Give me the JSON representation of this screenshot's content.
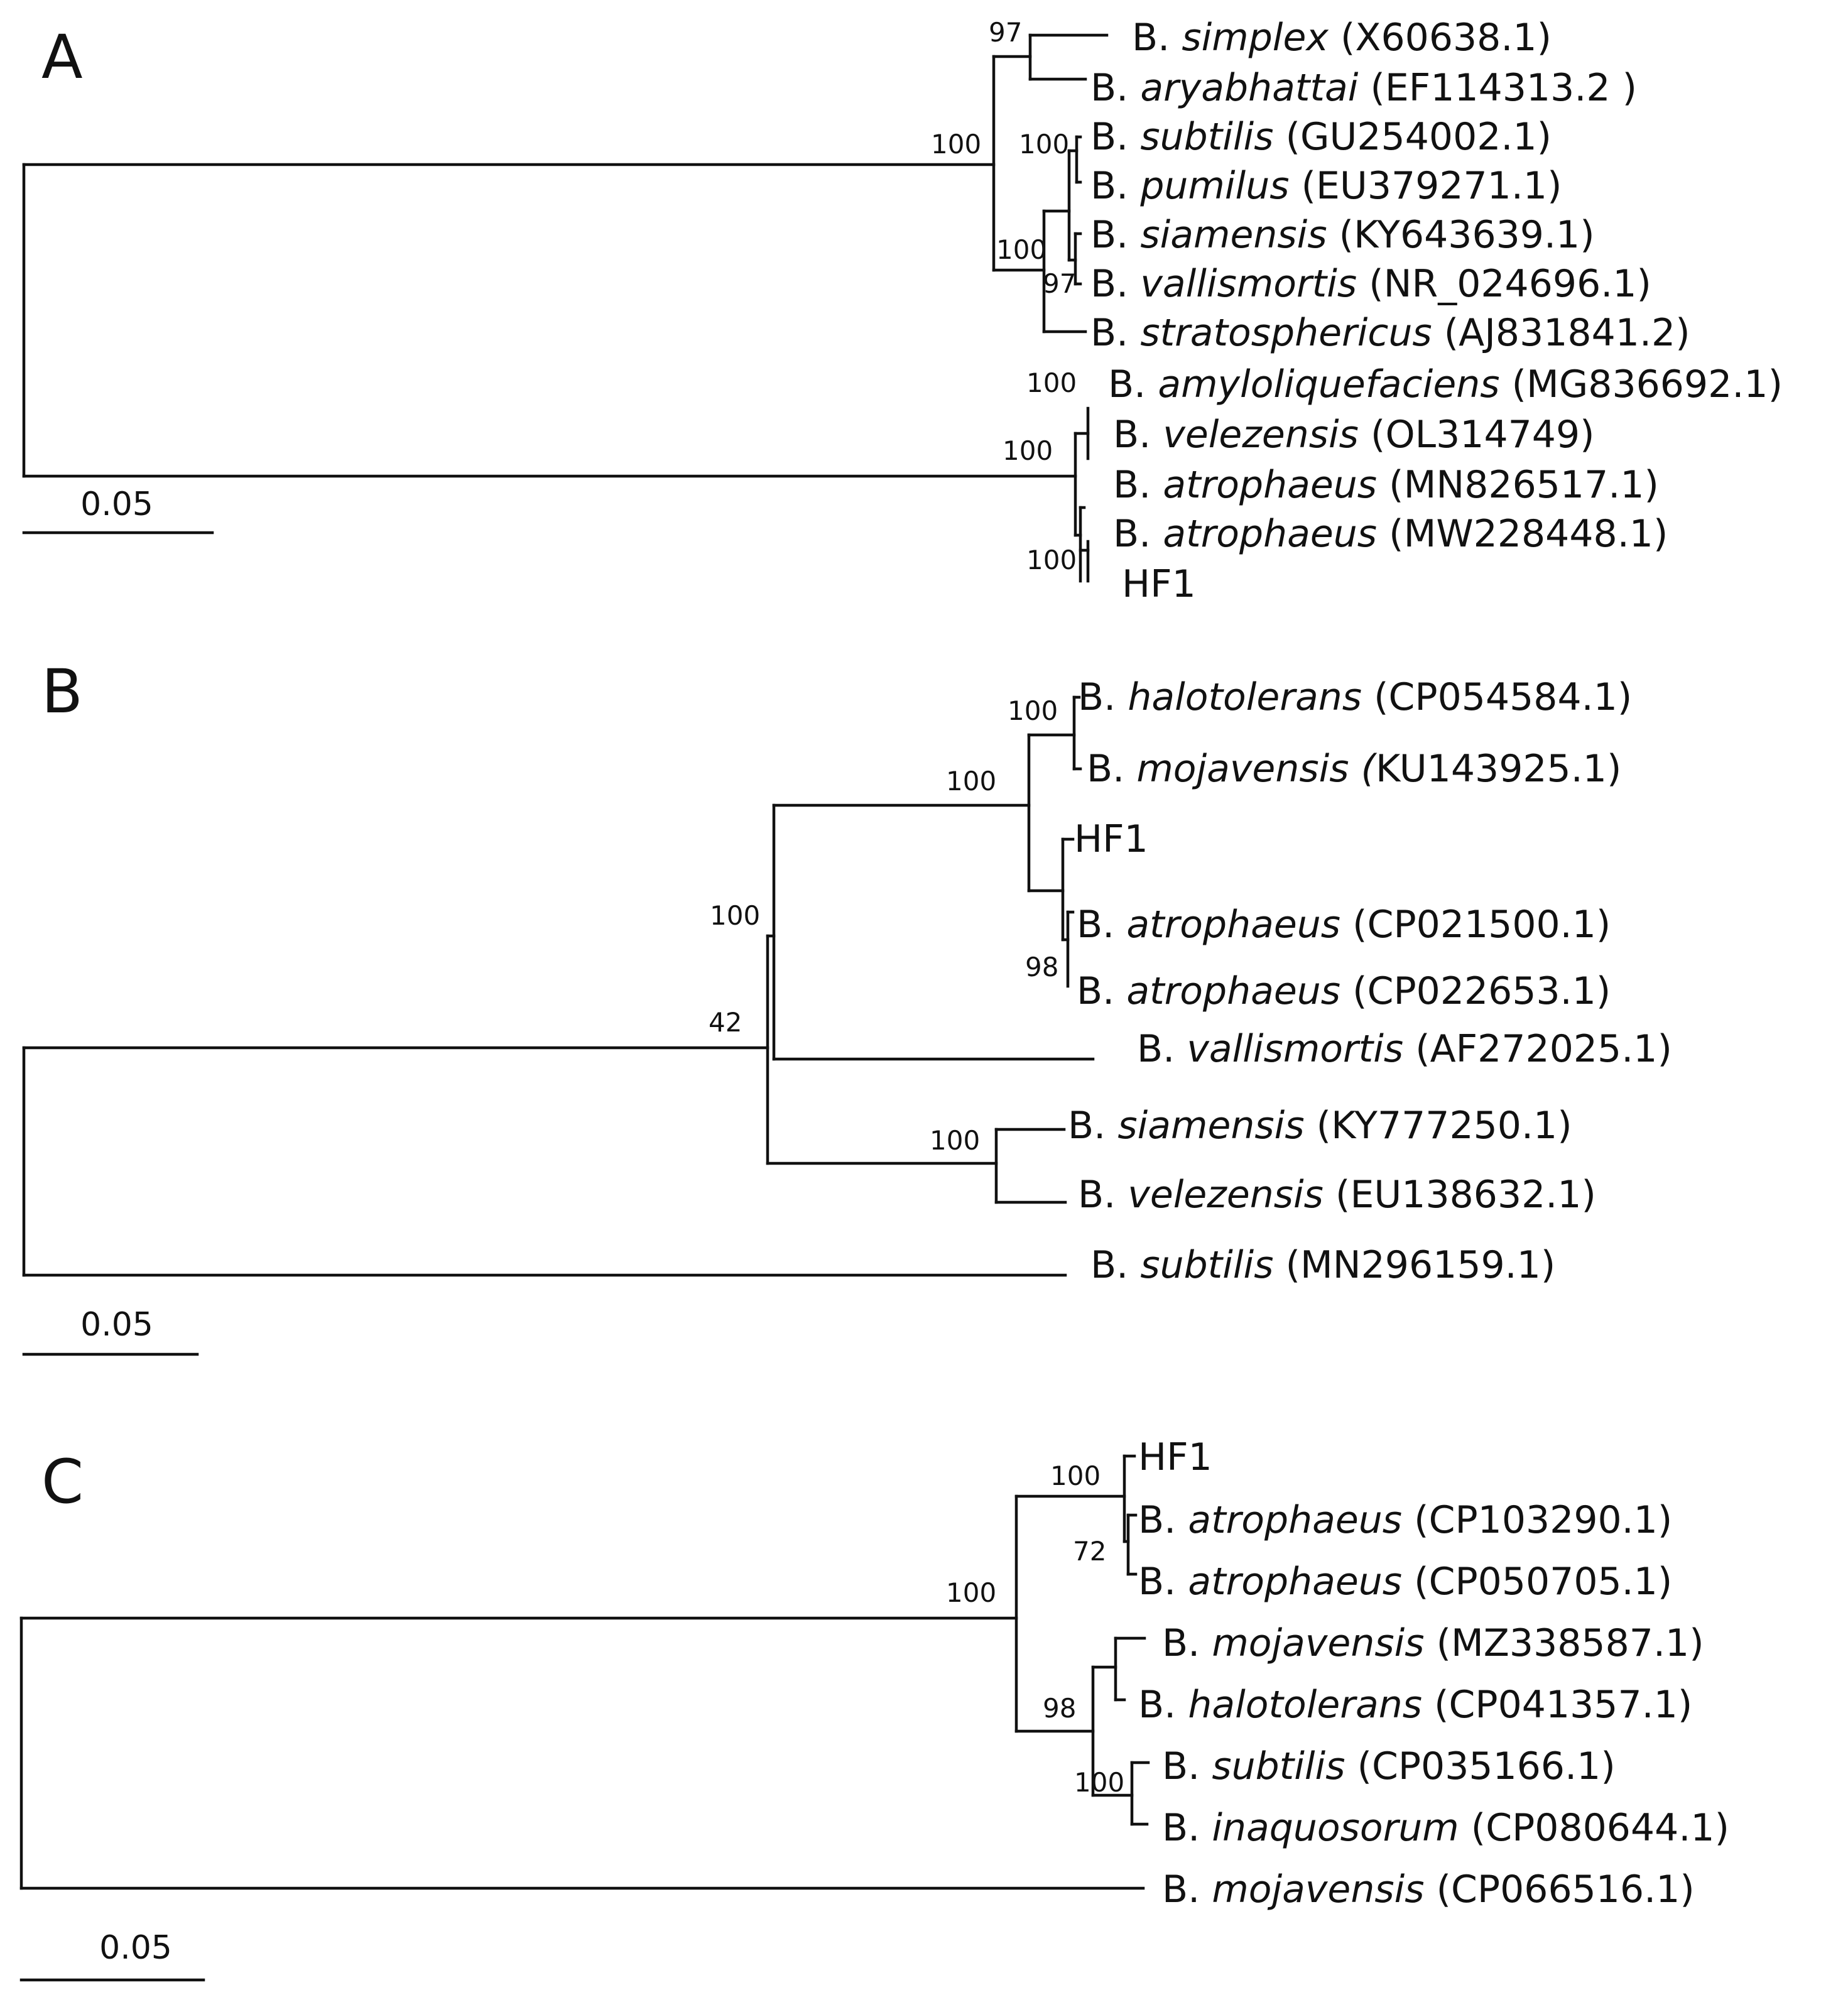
{
  "panels": [
    {
      "id": "A",
      "label": "A",
      "scale_bar": {
        "label": "0.05",
        "length": 0.05
      },
      "taxa": [
        {
          "id": "a_simplex",
          "genus": "B.",
          "species": "simplex",
          "accession": "(X60638.1)"
        },
        {
          "id": "a_aryabhattai",
          "genus": "B.",
          "species": "aryabhattai",
          "accession": "(EF114313.2 )"
        },
        {
          "id": "a_subtilis",
          "genus": "B.",
          "species": "subtilis",
          "accession": "(GU254002.1)"
        },
        {
          "id": "a_pumilus",
          "genus": "B.",
          "species": "pumilus",
          "accession": "(EU379271.1)"
        },
        {
          "id": "a_siamensis",
          "genus": "B.",
          "species": "siamensis",
          "accession": "(KY643639.1)"
        },
        {
          "id": "a_vallismortis",
          "genus": "B.",
          "species": "vallismortis",
          "accession": "(NR_024696.1)"
        },
        {
          "id": "a_stratosphericus",
          "genus": "B.",
          "species": "stratosphericus",
          "accession": "(AJ831841.2)"
        },
        {
          "id": "a_amyloliquefaciens",
          "genus": "B.",
          "species": "amyloliquefaciens",
          "accession": "(MG836692.1)"
        },
        {
          "id": "a_velezensis",
          "genus": "B.",
          "species": "velezensis",
          "accession": "(OL314749)"
        },
        {
          "id": "a_atrophaeus1",
          "genus": "B.",
          "species": "atrophaeus",
          "accession": "(MN826517.1)"
        },
        {
          "id": "a_atrophaeus2",
          "genus": "B.",
          "species": "atrophaeus",
          "accession": "(MW228448.1)"
        },
        {
          "id": "a_hf1",
          "genus": "",
          "species": "",
          "accession": "HF1"
        }
      ],
      "support_values": [
        "97",
        "100",
        "100",
        "100",
        "97",
        "100",
        "100",
        "100"
      ]
    },
    {
      "id": "B",
      "label": "B",
      "scale_bar": {
        "label": "0.05",
        "length": 0.05
      },
      "taxa": [
        {
          "id": "b_halotolerans",
          "genus": "B.",
          "species": "halotolerans",
          "accession": "(CP054584.1)"
        },
        {
          "id": "b_mojavensis",
          "genus": "B.",
          "species": "mojavensis (",
          "accession": "KU143925.1)"
        },
        {
          "id": "b_hf1",
          "genus": "",
          "species": "",
          "accession": "HF1"
        },
        {
          "id": "b_atrophaeus1",
          "genus": "B.",
          "species": "atrophaeus",
          "accession": "(CP021500.1)"
        },
        {
          "id": "b_atrophaeus2",
          "genus": "B.",
          "species": "atrophaeus",
          "accession": "(CP022653.1)"
        },
        {
          "id": "b_vallismortis",
          "genus": "B.",
          "species": "vallismortis",
          "accession": "(AF272025.1)"
        },
        {
          "id": "b_siamensis",
          "genus": "B.",
          "species": "siamensis",
          "accession": "(KY777250.1)"
        },
        {
          "id": "b_velezensis",
          "genus": "B.",
          "species": "velezensis",
          "accession": "(EU138632.1)"
        },
        {
          "id": "b_subtilis",
          "genus": "B.",
          "species": "subtilis",
          "accession": "(MN296159.1)"
        }
      ],
      "support_values": [
        "100",
        "100",
        "100",
        "42",
        "98",
        "100"
      ]
    },
    {
      "id": "C",
      "label": "C",
      "scale_bar": {
        "label": "0.05",
        "length": 0.05
      },
      "taxa": [
        {
          "id": "c_hf1",
          "genus": "",
          "species": "",
          "accession": "HF1"
        },
        {
          "id": "c_atrophaeus1",
          "genus": "B.",
          "species": "atrophaeus",
          "accession": "(CP103290.1)"
        },
        {
          "id": "c_atrophaeus2",
          "genus": "B.",
          "species": "atrophaeus",
          "accession": "(CP050705.1)"
        },
        {
          "id": "c_mojavensis1",
          "genus": "B.",
          "species": "mojavensis",
          "accession": "(MZ338587.1)"
        },
        {
          "id": "c_halotolerans",
          "genus": "B.",
          "species": "halotolerans",
          "accession": "(CP041357.1)"
        },
        {
          "id": "c_subtilis",
          "genus": "B.",
          "species": "subtilis",
          "accession": "(CP035166.1)"
        },
        {
          "id": "c_inaquosorum",
          "genus": "B.",
          "species": "inaquosorum",
          "accession": "(CP080644.1)"
        },
        {
          "id": "c_mojavensis2",
          "genus": "B.",
          "species": "mojavensis",
          "accession": "(CP066516.1)"
        }
      ],
      "support_values": [
        "100",
        "100",
        "72",
        "98",
        "100"
      ]
    }
  ]
}
